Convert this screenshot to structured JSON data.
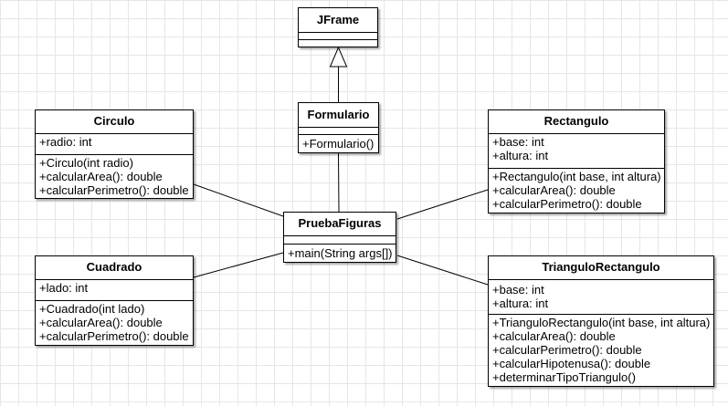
{
  "classes": {
    "jframe": {
      "name": "JFrame",
      "attributes": [],
      "operations": []
    },
    "formulario": {
      "name": "Formulario",
      "attributes": [],
      "operations": [
        "+Formulario()"
      ]
    },
    "circulo": {
      "name": "Circulo",
      "attributes": [
        "+radio: int"
      ],
      "operations": [
        "+Circulo(int radio)",
        "+calcularArea(): double",
        "+calcularPerimetro(): double"
      ]
    },
    "rectangulo": {
      "name": "Rectangulo",
      "attributes": [
        "+base: int",
        "+altura: int"
      ],
      "operations": [
        "+Rectangulo(int base, int altura)",
        "+calcularArea(): double",
        "+calcularPerimetro(): double"
      ]
    },
    "pruebafiguras": {
      "name": "PruebaFiguras",
      "attributes": [],
      "operations": [
        "+main(String args[])"
      ]
    },
    "cuadrado": {
      "name": "Cuadrado",
      "attributes": [
        "+lado: int"
      ],
      "operations": [
        "+Cuadrado(int lado)",
        "+calcularArea(): double",
        "+calcularPerimetro(): double"
      ]
    },
    "triangulo": {
      "name": "TrianguloRectangulo",
      "attributes": [
        "+base: int",
        "+altura: int"
      ],
      "operations": [
        "+TrianguloRectangulo(int base, int altura)",
        "+calcularArea(): double",
        "+calcularPerimetro(): double",
        "+calcularHipotenusa(): double",
        "+determinarTipoTriangulo()"
      ]
    }
  },
  "relations": [
    {
      "type": "generalization",
      "from": "Formulario",
      "to": "JFrame"
    },
    {
      "type": "association",
      "from": "PruebaFiguras",
      "to": "Formulario"
    },
    {
      "type": "association",
      "from": "PruebaFiguras",
      "to": "Circulo"
    },
    {
      "type": "association",
      "from": "PruebaFiguras",
      "to": "Rectangulo"
    },
    {
      "type": "association",
      "from": "PruebaFiguras",
      "to": "Cuadrado"
    },
    {
      "type": "association",
      "from": "PruebaFiguras",
      "to": "TrianguloRectangulo"
    }
  ]
}
